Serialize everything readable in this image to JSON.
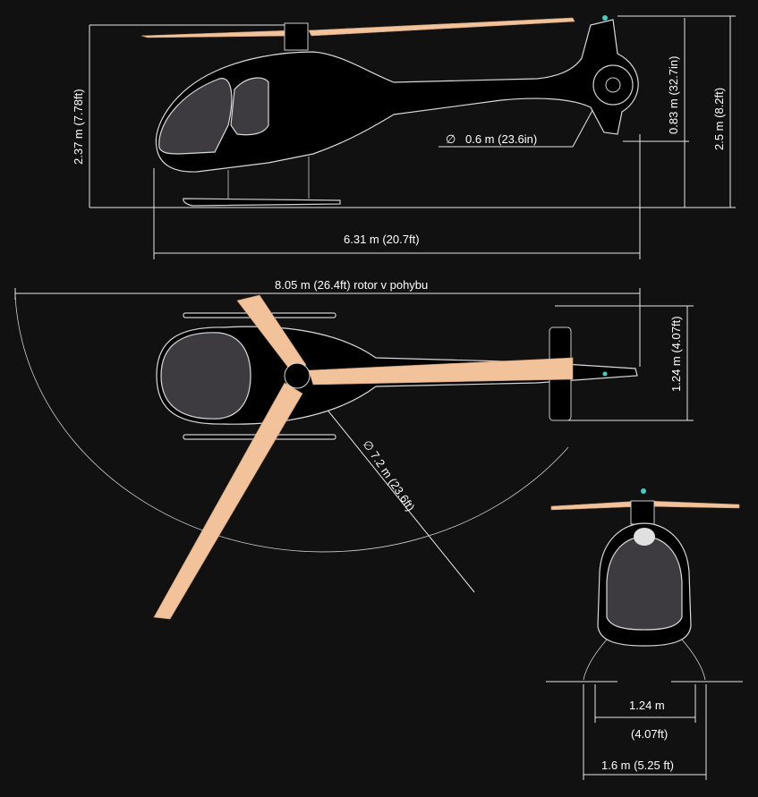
{
  "colors": {
    "background": "#111111",
    "blade": "#f2c39a",
    "canopy": "#3d3a40",
    "beacon": "#3fd0c0",
    "lines": "#e8e8e8"
  },
  "side_view": {
    "height_label": "2.37  m   (7.78ft)",
    "height_overall_label": "2.5  m   (8.2ft)",
    "tail_rotor_height_label": "0.83  m   (32.7in)",
    "tail_rotor_diameter_label": "0.6  m     (23.6in)",
    "length_label": "6.31  m    (20.7ft)",
    "diameter_symbol": "∅"
  },
  "top_view": {
    "rotor_span_label": "8.05  m          (26.4ft)   rotor v pohybu",
    "rotor_diameter_label": "∅  7.2  m     (23.6ft)",
    "stabilizer_width_label": "1.24  m       (4.07ft)"
  },
  "front_view": {
    "skid_inner_label": "1.24  m",
    "skid_inner_ft_label": "(4.07ft)",
    "skid_outer_label": "1.6  m    (5.25 ft)"
  }
}
